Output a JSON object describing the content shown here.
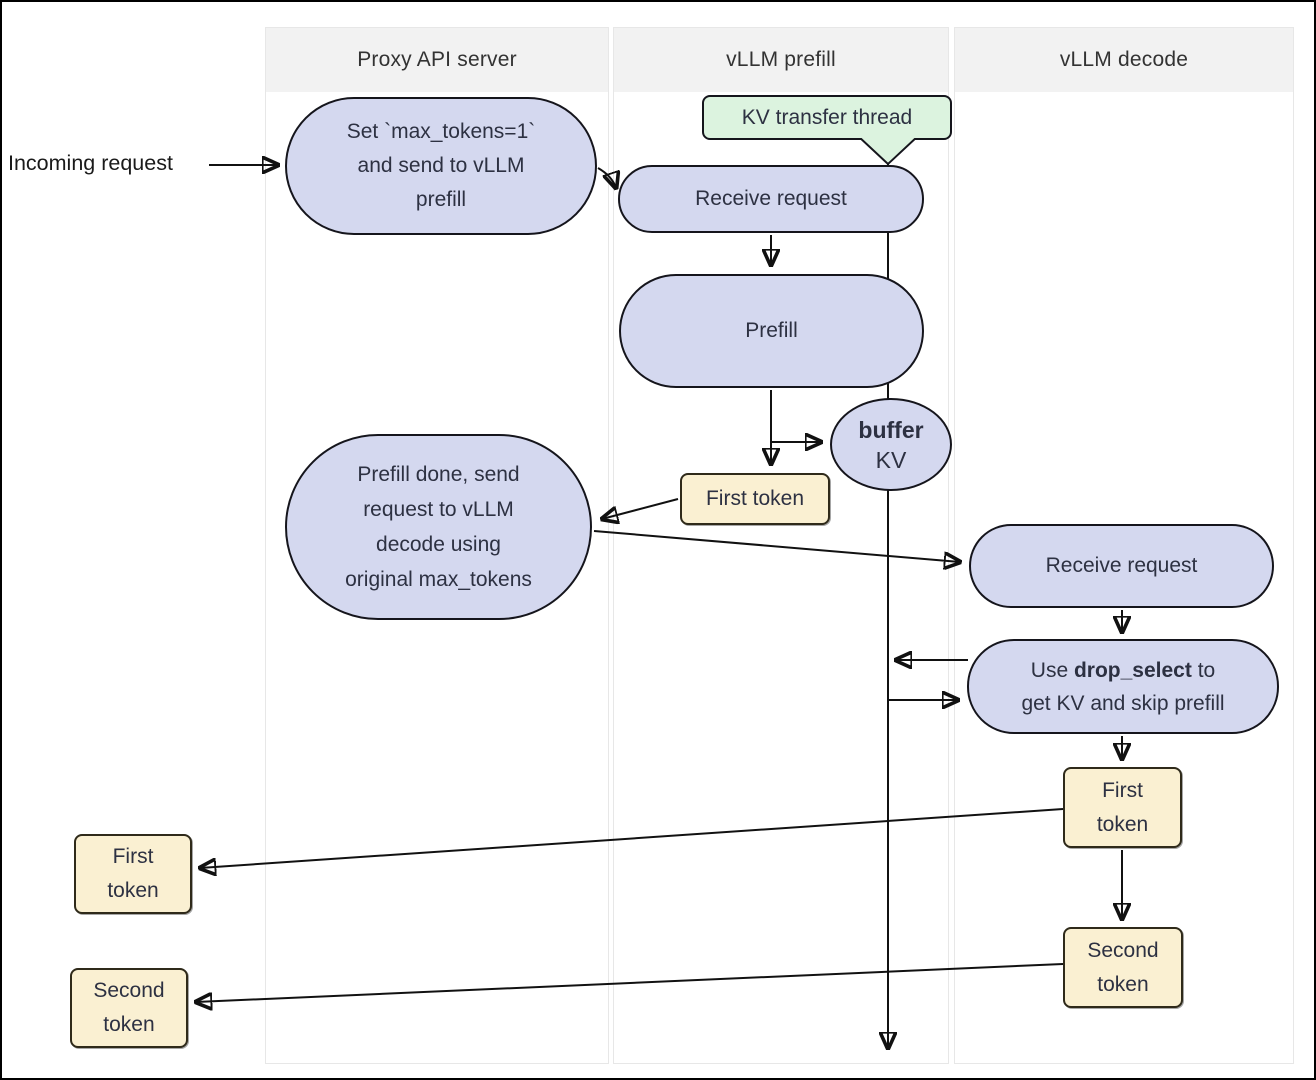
{
  "header": {
    "columns": [
      {
        "label": "Proxy API server"
      },
      {
        "label": "vLLM prefill"
      },
      {
        "label": "vLLM decode"
      }
    ]
  },
  "annotations": {
    "incoming_request": "Incoming request",
    "kv_transfer_thread": "KV transfer thread"
  },
  "nodes": {
    "set_max_tokens": {
      "label": "Set `max_tokens=1`\nand send to vLLM\nprefill"
    },
    "receive_request_prefill": {
      "label": "Receive request"
    },
    "prefill": {
      "label": "Prefill"
    },
    "buffer_kv": {
      "bold": "buffer",
      "rest": "KV"
    },
    "first_token_prefill": {
      "label": "First token"
    },
    "prefill_done": {
      "label": "Prefill done, send\nrequest to vLLM\ndecode using\noriginal max_tokens"
    },
    "receive_request_decode": {
      "label": "Receive request"
    },
    "drop_select": {
      "line1_pre": "Use ",
      "line1_bold": "drop_select",
      "line1_post": " to",
      "line2": "get KV and skip prefill"
    },
    "first_token_decode": {
      "label": "First\ntoken"
    },
    "first_token_out": {
      "label": "First\ntoken"
    },
    "second_token_decode": {
      "label": "Second\ntoken"
    },
    "second_token_out": {
      "label": "Second\ntoken"
    }
  },
  "colors": {
    "node_fill": "#d4d8ef",
    "node_border": "#15151c",
    "token_fill": "#faf0d2",
    "token_border": "#2f2a1a",
    "callout_fill": "#dcf3df",
    "header_bg": "#f2f2f2",
    "lane_line": "#e7e7e7",
    "text": "#2d3142",
    "arrow": "#111111"
  }
}
